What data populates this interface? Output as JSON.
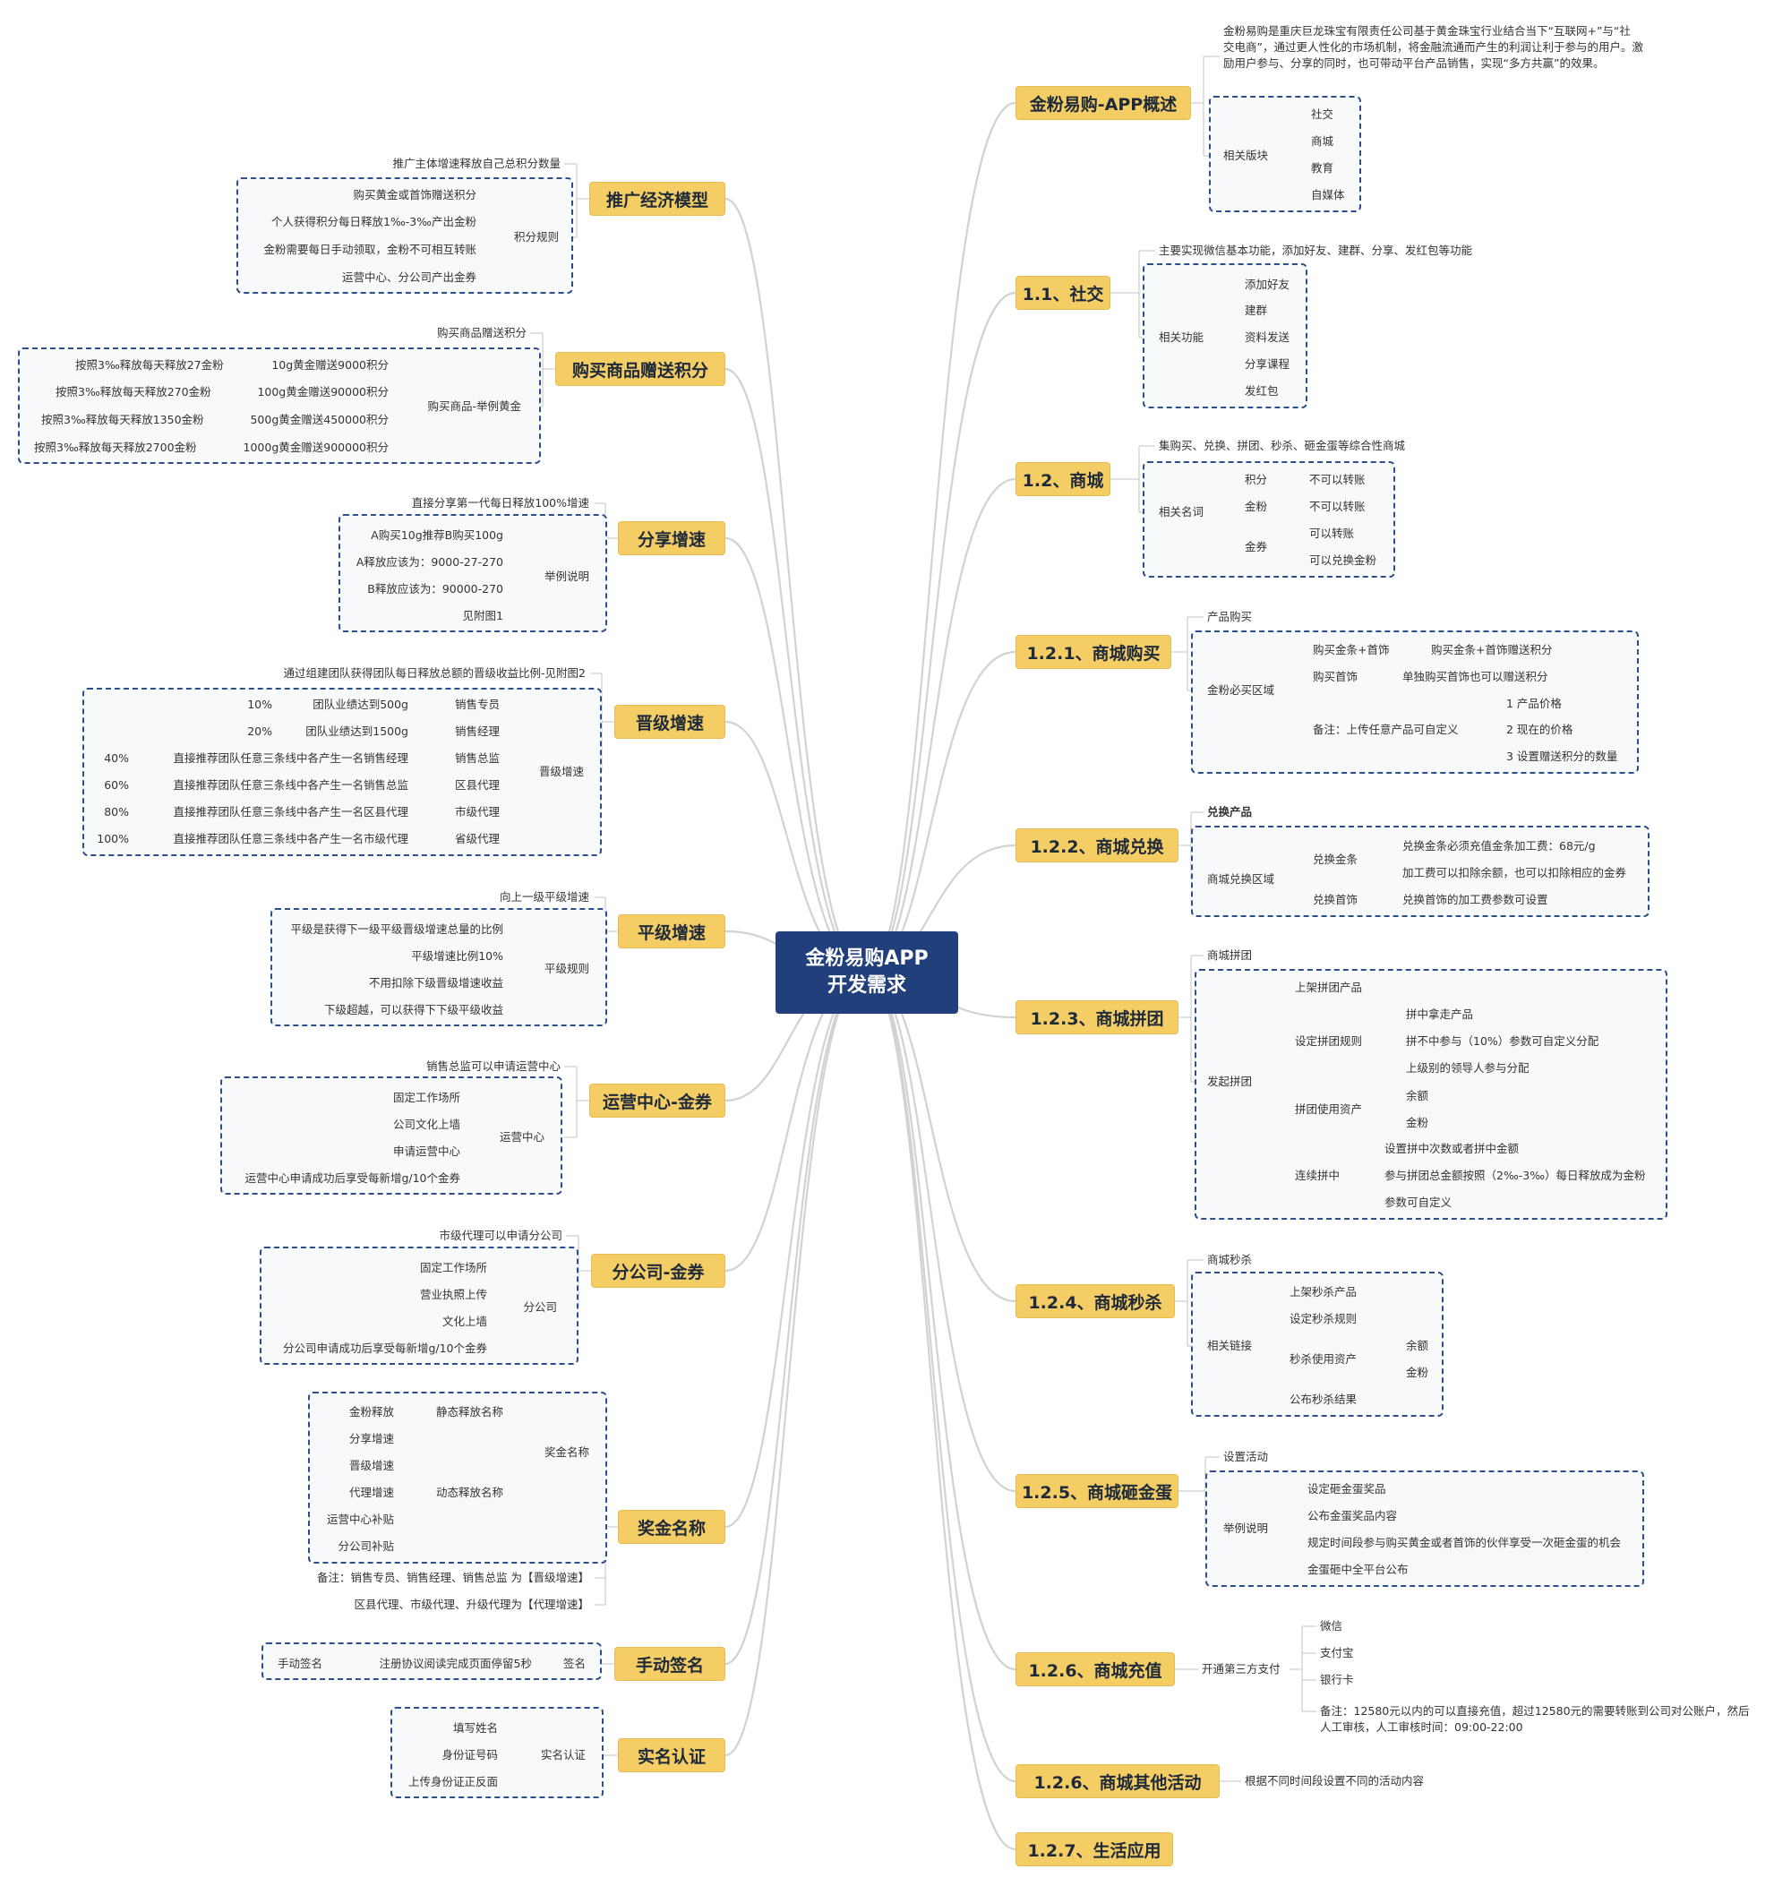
{
  "center": {
    "line1": "金粉易购APP",
    "line2": "开发需求"
  },
  "right": {
    "overview": {
      "title": "金粉易购-APP概述",
      "desc1": "金粉易购是重庆巨龙珠宝有限责任公司基于黄金珠宝行业结合当下“互联网+”与“社",
      "desc2": "交电商”，通过更人性化的市场机制，将金融流通而产生的利润让利于参与的用户。激",
      "desc3": "励用户参与、分享的同时，也可带动平台产品销售，实现“多方共赢”的效果。",
      "sub_label": "相关版块",
      "items": [
        "社交",
        "商城",
        "教育",
        "自媒体"
      ]
    },
    "social": {
      "title": "1.1、社交",
      "desc": "主要实现微信基本功能，添加好友、建群、分享、发红包等功能",
      "sub_label": "相关功能",
      "items": [
        "添加好友",
        "建群",
        "资料发送",
        "分享课程",
        "发红包"
      ]
    },
    "mall": {
      "title": "1.2、商城",
      "desc": "集购买、兑换、拼团、秒杀、砸金蛋等综合性商城",
      "sub_label": "相关名词",
      "terms": [
        "积分",
        "金粉",
        "金券"
      ],
      "term_notes": [
        "不可以转账",
        "不可以转账",
        "可以转账",
        "可以兑换金粉"
      ]
    },
    "buy": {
      "title": "1.2.1、商城购买",
      "top": "产品购买",
      "sub_label": "金粉必买区域",
      "items": [
        "购买金条+首饰",
        "购买首饰",
        "备注：上传任意产品可自定义"
      ],
      "notes": [
        "购买金条+首饰赠送积分",
        "单独购买首饰也可以赠送积分"
      ],
      "remarks": [
        "1  产品价格",
        "2  现在的价格",
        "3  设置赠送积分的数量"
      ]
    },
    "exchange": {
      "title": "1.2.2、商城兑换",
      "top": "兑换产品",
      "sub_label": "商城兑换区域",
      "items": [
        "兑换金条",
        "兑换首饰"
      ],
      "notes": [
        "兑换金条必须充值金条加工费：68元/g",
        "加工费可以扣除余额，也可以扣除相应的金券",
        "兑换首饰的加工费参数可设置"
      ]
    },
    "group": {
      "title": "1.2.3、商城拼团",
      "top": "商城拼团",
      "sub_label": "发起拼团",
      "items": [
        "上架拼团产品",
        "设定拼团规则",
        "拼团使用资产",
        "连续拼中"
      ],
      "rules": [
        "拼中拿走产品",
        "拼不中参与（10%）参数可自定义分配",
        "上级别的领导人参与分配"
      ],
      "assets": [
        "余额",
        "金粉"
      ],
      "continuous": [
        "设置拼中次数或者拼中金额",
        "参与拼团总金额按照（2‰-3‰）每日释放成为金粉",
        "参数可自定义"
      ]
    },
    "seckill": {
      "title": "1.2.4、商城秒杀",
      "top": "商城秒杀",
      "sub_label": "相关链接",
      "items": [
        "上架秒杀产品",
        "设定秒杀规则",
        "秒杀使用资产",
        "公布秒杀结果"
      ],
      "assets": [
        "余额",
        "金粉"
      ]
    },
    "egg": {
      "title": "1.2.5、商城砸金蛋",
      "top": "设置活动",
      "sub_label": "举例说明",
      "items": [
        "设定砸金蛋奖品",
        "公布金蛋奖品内容",
        "规定时间段参与购买黄金或者首饰的伙伴享受一次砸金蛋的机会",
        "金蛋砸中全平台公布"
      ]
    },
    "recharge": {
      "title": "1.2.6、商城充值",
      "sub_label": "开通第三方支付",
      "items": [
        "微信",
        "支付宝",
        "银行卡"
      ],
      "note1": "备注：12580元以内的可以直接充值，超过12580元的需要转账到公司对公账户，然后",
      "note2": "人工审核，人工审核时间：09:00-22:00"
    },
    "other": {
      "title": "1.2.6、商城其他活动",
      "desc": "根据不同时间段设置不同的活动内容"
    },
    "life": {
      "title": "1.2.7、生活应用"
    }
  },
  "left": {
    "econ": {
      "title": "推广经济模型",
      "top": "推广主体增速释放自己总积分数量",
      "sub_label": "积分规则",
      "items": [
        "购买黄金或首饰赠送积分",
        "个人获得积分每日释放1‰-3‰产出金粉",
        "金粉需要每日手动领取，金粉不可相互转账",
        "运营中心、分公司产出金券"
      ]
    },
    "gift": {
      "title": "购买商品赠送积分",
      "top": "购买商品赠送积分",
      "sub_label": "购买商品-举例黄金",
      "items": [
        "10g黄金赠送9000积分",
        "100g黄金赠送90000积分",
        "500g黄金赠送450000积分",
        "1000g黄金赠送900000积分"
      ],
      "notes": [
        "按照3‰释放每天释放27金粉",
        "按照3‰释放每天释放270金粉",
        "按照3‰释放每天释放1350金粉",
        "按照3‰释放每天释放2700金粉"
      ]
    },
    "share": {
      "title": "分享增速",
      "top": "直接分享第一代每日释放100%增速",
      "sub_label": "举例说明",
      "items": [
        "A购买10g推荐B购买100g",
        "A释放应该为：9000-27-270",
        "B释放应该为：90000-270",
        "见附图1"
      ]
    },
    "promo": {
      "title": "晋级增速",
      "top": "通过组建团队获得团队每日释放总额的晋级收益比例-见附图2",
      "sub_label": "晋级增速",
      "levels": [
        "销售专员",
        "销售经理",
        "销售总监",
        "区县代理",
        "市级代理",
        "省级代理"
      ],
      "conds": [
        "团队业绩达到500g",
        "团队业绩达到1500g",
        "直接推荐团队任意三条线中各产生一名销售经理",
        "直接推荐团队任意三条线中各产生一名销售总监",
        "直接推荐团队任意三条线中各产生一名区县代理",
        "直接推荐团队任意三条线中各产生一名市级代理"
      ],
      "pcts": [
        "10%",
        "20%",
        "40%",
        "60%",
        "80%",
        "100%"
      ]
    },
    "flat": {
      "title": "平级增速",
      "top": "向上一级平级增速",
      "sub_label": "平级规则",
      "items": [
        "平级是获得下一级平级晋级增速总量的比例",
        "平级增速比例10%",
        "不用扣除下级晋级增速收益",
        "下级超越，可以获得下下级平级收益"
      ]
    },
    "ops": {
      "title": "运营中心-金券",
      "top": "销售总监可以申请运营中心",
      "sub_label": "运营中心",
      "items": [
        "固定工作场所",
        "公司文化上墙",
        "申请运营中心",
        "运营中心申请成功后享受每新增g/10个金券"
      ]
    },
    "branch": {
      "title": "分公司-金券",
      "top": "市级代理可以申请分公司",
      "sub_label": "分公司",
      "items": [
        "固定工作场所",
        "营业执照上传",
        "文化上墙",
        "分公司申请成功后享受每新增g/10个金券"
      ]
    },
    "bonus": {
      "title": "奖金名称",
      "sub_label": "奖金名称",
      "static_label": "静态释放名称",
      "dynamic_label": "动态释放名称",
      "static_items": [
        "金粉释放"
      ],
      "dynamic_items": [
        "分享增速",
        "晋级增速",
        "代理增速",
        "运营中心补贴",
        "分公司补贴"
      ],
      "note1": "备注：销售专员、销售经理、销售总监 为【晋级增速】",
      "note2": "区县代理、市级代理、升级代理为【代理增速】"
    },
    "sign": {
      "title": "手动签名",
      "sub_label": "签名",
      "mid": "注册协议阅读完成页面停留5秒",
      "leaf": "手动签名"
    },
    "realname": {
      "title": "实名认证",
      "sub_label": "实名认证",
      "items": [
        "填写姓名",
        "身份证号码",
        "上传身份证正反面"
      ]
    }
  }
}
